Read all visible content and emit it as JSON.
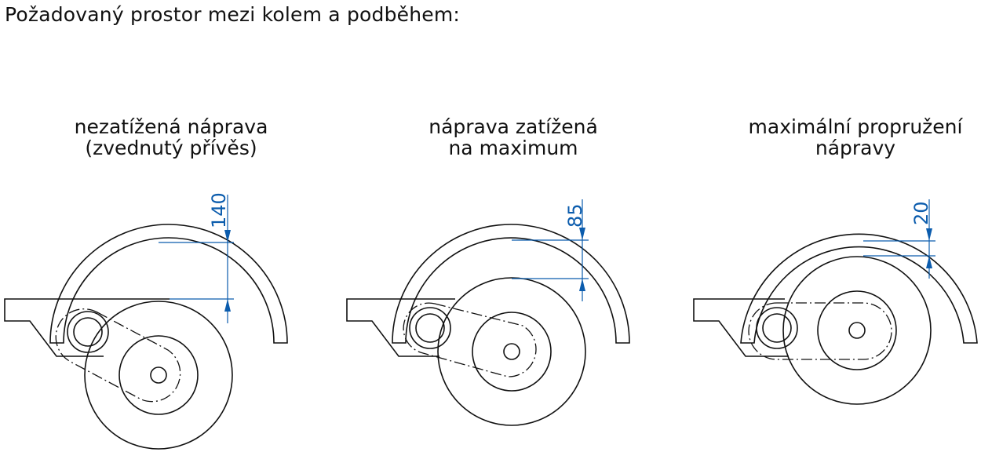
{
  "heading": "Požadovaný prostor mezi kolem a podběhem:",
  "colors": {
    "line": "#111111",
    "dimension": "#0b5cad"
  },
  "panels": [
    {
      "caption_line1": "nezatížená náprava",
      "caption_line2": "(zvednutý přívěs)",
      "dimension": "140"
    },
    {
      "caption_line1": "náprava zatížená",
      "caption_line2": "na maximum",
      "dimension": "85"
    },
    {
      "caption_line1": "maximální propružení",
      "caption_line2": "nápravy",
      "dimension": "20"
    }
  ]
}
